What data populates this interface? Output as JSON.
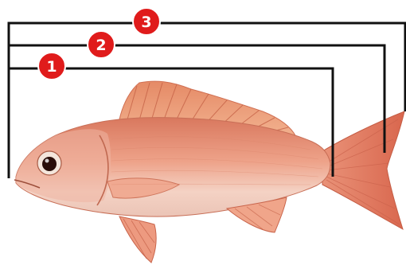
{
  "diagram": {
    "measurements": [
      {
        "number": "1",
        "label": ""
      },
      {
        "number": "2",
        "label": ""
      },
      {
        "number": "3",
        "label": ""
      }
    ],
    "colors": {
      "badge": "#e01b1b",
      "bracket": "#111111",
      "fish_body": "#e8917a",
      "fish_belly": "#f3ddd3",
      "fins": "#e9846a"
    },
    "illustration": "red-snapper"
  }
}
